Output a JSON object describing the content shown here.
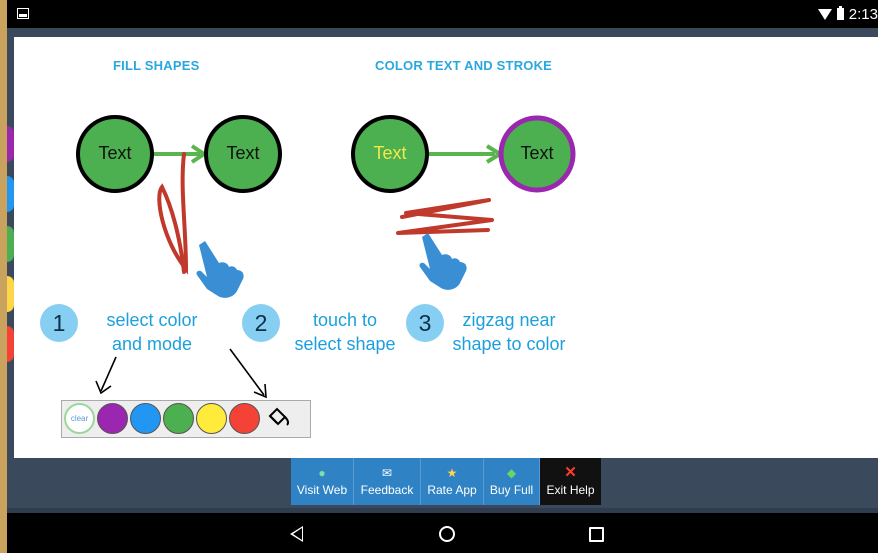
{
  "status_bar": {
    "time": "2:13"
  },
  "help": {
    "section1_title": "FILL SHAPES",
    "section2_title": "COLOR TEXT AND STROKE",
    "nodes": [
      "Text",
      "Text",
      "Text",
      "Text"
    ],
    "steps": [
      {
        "num": "1",
        "line1": "select color",
        "line2": "and mode"
      },
      {
        "num": "2",
        "line1": "touch to",
        "line2": "select shape"
      },
      {
        "num": "3",
        "line1": "zigzag near",
        "line2": "shape to color"
      }
    ],
    "palette_clear": "clear",
    "colors": {
      "purple": "#9b27b0",
      "blue": "#2196f3",
      "green": "#4caf50",
      "yellow": "#ffeb3b",
      "red": "#f44336",
      "node_fill": "#4caf50",
      "yellow_text": "#f3e74a",
      "stroke_purple": "#9b27b0",
      "scribble": "#c0392b"
    }
  },
  "help_bar": {
    "visit_web": "Visit Web",
    "feedback": "Feedback",
    "rate_app": "Rate App",
    "buy_full": "Buy Full",
    "exit_help": "Exit Help"
  }
}
